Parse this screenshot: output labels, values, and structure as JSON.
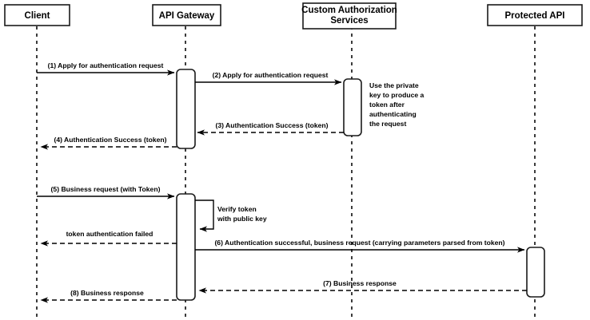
{
  "diagram": {
    "title": "API Gateway token authentication sequence",
    "type": "uml-sequence-diagram",
    "background_color": "#ffffff",
    "line_color": "#1a1a1a",
    "text_color": "#000000"
  },
  "participants": [
    {
      "id": "client",
      "label": "Client",
      "label_line2": ""
    },
    {
      "id": "api-gateway",
      "label": "API Gateway",
      "label_line2": ""
    },
    {
      "id": "custom-auth",
      "label": "Custom Authorization",
      "label_line2": "Services"
    },
    {
      "id": "protected-api",
      "label": "Protected API",
      "label_line2": ""
    }
  ],
  "messages": [
    {
      "id": "m1",
      "label": "(1) Apply for authentication request",
      "from": "client",
      "to": "api-gateway",
      "style": "solid"
    },
    {
      "id": "m2",
      "label": "(2) Apply for authentication request",
      "from": "api-gateway",
      "to": "custom-auth",
      "style": "solid"
    },
    {
      "id": "m3",
      "label": "(3) Authentication Success (token)",
      "from": "custom-auth",
      "to": "api-gateway",
      "style": "dashed"
    },
    {
      "id": "m4",
      "label": "(4) Authentication Success (token)",
      "from": "api-gateway",
      "to": "client",
      "style": "dashed"
    },
    {
      "id": "m5",
      "label": "(5) Business request (with Token)",
      "from": "client",
      "to": "api-gateway",
      "style": "solid"
    },
    {
      "id": "m6",
      "label": "token authentication failed",
      "from": "api-gateway",
      "to": "client",
      "style": "dashed"
    },
    {
      "id": "m7",
      "label": "(6) Authentication successful, business request (carrying parameters parsed from token)",
      "from": "api-gateway",
      "to": "protected-api",
      "style": "solid"
    },
    {
      "id": "m8",
      "label": "(7) Business response",
      "from": "protected-api",
      "to": "api-gateway",
      "style": "dashed"
    },
    {
      "id": "m9",
      "label": "(8) Business response",
      "from": "api-gateway",
      "to": "client",
      "style": "dashed"
    }
  ],
  "self_messages": [
    {
      "id": "s1",
      "on": "api-gateway",
      "label_line1": "Verify token",
      "label_line2": "with public key"
    }
  ],
  "notes": [
    {
      "id": "n1",
      "attached_to": "custom-auth",
      "lines": [
        "Use the private",
        "key to produce a",
        "token after",
        "authenticating",
        "the request"
      ]
    }
  ]
}
